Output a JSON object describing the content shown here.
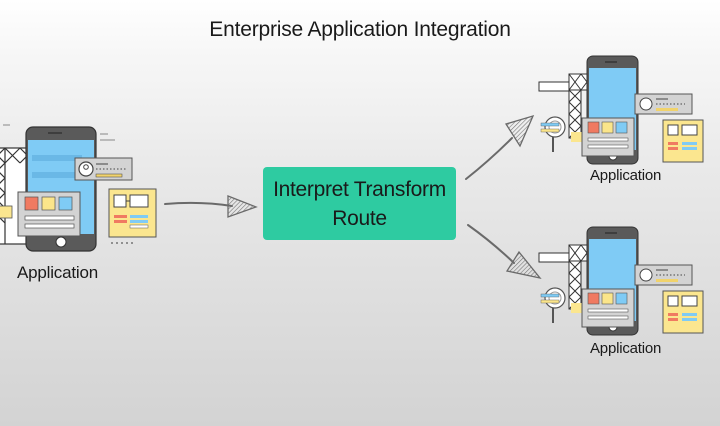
{
  "title": "Enterprise Application Integration",
  "center": {
    "line1": "Interpret Transform",
    "line2": "Route"
  },
  "applications": [
    {
      "id": "source",
      "label": "Application"
    },
    {
      "id": "target-top",
      "label": "Application"
    },
    {
      "id": "target-bottom",
      "label": "Application"
    }
  ],
  "colors": {
    "center_box": "#2ecba1",
    "phone_body": "#5a5a5a",
    "phone_screen": "#7fcbf5",
    "card_gray": "#d3d3d3",
    "red_tile": "#f07a61",
    "yellow_tile": "#fbe58a",
    "blue_tile": "#7fcbf5",
    "sticky_note": "#fbe68f",
    "arrow": "#666666"
  },
  "connections": [
    {
      "from": "source",
      "to": "center"
    },
    {
      "from": "center",
      "to": "target-top"
    },
    {
      "from": "center",
      "to": "target-bottom"
    }
  ]
}
